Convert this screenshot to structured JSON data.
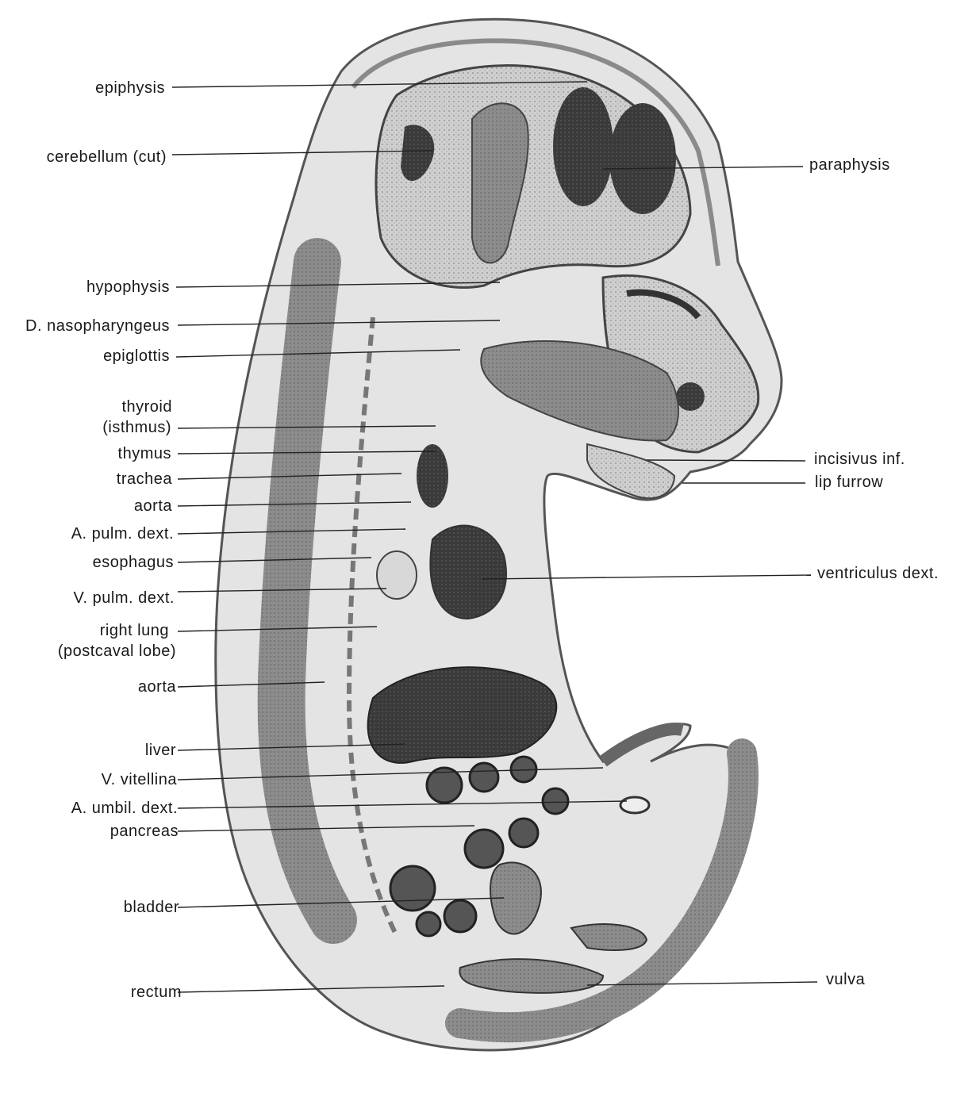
{
  "labels_left": [
    {
      "id": "epiphysis",
      "text": "epiphysis"
    },
    {
      "id": "cerebellum",
      "text": "cerebellum (cut)"
    },
    {
      "id": "hypophysis",
      "text": "hypophysis"
    },
    {
      "id": "d-nasopharyngeus",
      "text": "D. nasopharyngeus"
    },
    {
      "id": "epiglottis",
      "text": "epiglottis"
    },
    {
      "id": "thyroid",
      "text": "thyroid"
    },
    {
      "id": "thyroid-isthmus",
      "text": "(isthmus)"
    },
    {
      "id": "thymus",
      "text": "thymus"
    },
    {
      "id": "trachea",
      "text": "trachea"
    },
    {
      "id": "aorta-upper",
      "text": "aorta"
    },
    {
      "id": "a-pulm-dext",
      "text": "A. pulm. dext."
    },
    {
      "id": "esophagus",
      "text": "esophagus"
    },
    {
      "id": "v-pulm-dext",
      "text": "V. pulm. dext."
    },
    {
      "id": "right-lung",
      "text": "right lung"
    },
    {
      "id": "right-lung-lobe",
      "text": "(postcaval lobe)"
    },
    {
      "id": "aorta-lower",
      "text": "aorta"
    },
    {
      "id": "liver",
      "text": "liver"
    },
    {
      "id": "v-vitellina",
      "text": "V. vitellina"
    },
    {
      "id": "a-umbil-dext",
      "text": "A. umbil. dext."
    },
    {
      "id": "pancreas",
      "text": "pancreas"
    },
    {
      "id": "bladder",
      "text": "bladder"
    },
    {
      "id": "rectum",
      "text": "rectum"
    }
  ],
  "labels_right": [
    {
      "id": "paraphysis",
      "text": "paraphysis"
    },
    {
      "id": "incisivus-inf",
      "text": "incisivus inf."
    },
    {
      "id": "lip-furrow",
      "text": "lip furrow"
    },
    {
      "id": "ventriculus-dext",
      "text": "ventriculus dext."
    },
    {
      "id": "vulva",
      "text": "vulva"
    }
  ]
}
